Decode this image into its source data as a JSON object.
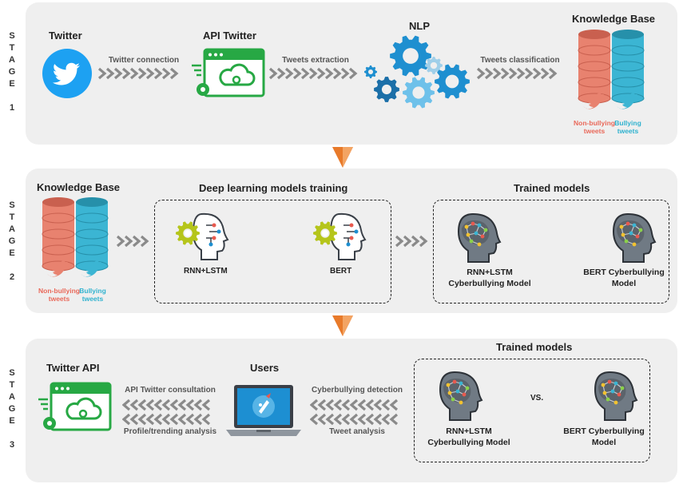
{
  "colors": {
    "panel_bg": "#efefef",
    "arrow_gray": "#8a8a8a",
    "orange": "#e87a2a",
    "twitter_blue": "#1da1f2",
    "green": "#27a844",
    "db_pink": "#e8826f",
    "db_teal": "#3bb5d3",
    "gear_blue": "#1e8fd0",
    "head_gray": "#707a84"
  },
  "stage1": {
    "letters": [
      "S",
      "T",
      "A",
      "G",
      "E",
      "",
      "1"
    ],
    "twitter_label": "Twitter",
    "twitter_connection": "Twitter connection",
    "api_twitter_label": "API Twitter",
    "tweets_extraction": "Tweets extraction",
    "nlp_label": "NLP",
    "tweets_classification": "Tweets classification",
    "kb_label": "Knowledge Base",
    "non_bullying": "Non-bullying tweets",
    "bullying": "Bullying tweets"
  },
  "stage2": {
    "letters": [
      "S",
      "T",
      "A",
      "G",
      "E",
      "",
      "2"
    ],
    "kb_label": "Knowledge Base",
    "non_bullying": "Non-bullying tweets",
    "bullying": "Bullying tweets",
    "training_title": "Deep learning models training",
    "rnn_label": "RNN+LSTM",
    "bert_label": "BERT",
    "trained_title": "Trained models",
    "rnn_model": "RNN+LSTM Cyberbullying Model",
    "bert_model": "BERT Cyberbullying Model"
  },
  "stage3": {
    "letters": [
      "S",
      "T",
      "A",
      "G",
      "E",
      "",
      "3"
    ],
    "twitter_api_label": "Twitter API",
    "api_consultation": "API Twitter consultation",
    "profile_analysis": "Profile/trending analysis",
    "users_label": "Users",
    "cyber_detection": "Cyberbullying detection",
    "tweet_analysis": "Tweet analysis",
    "trained_title": "Trained models",
    "rnn_model": "RNN+LSTM Cyberbullying Model",
    "vs": "VS.",
    "bert_model": "BERT Cyberbullying Model"
  }
}
